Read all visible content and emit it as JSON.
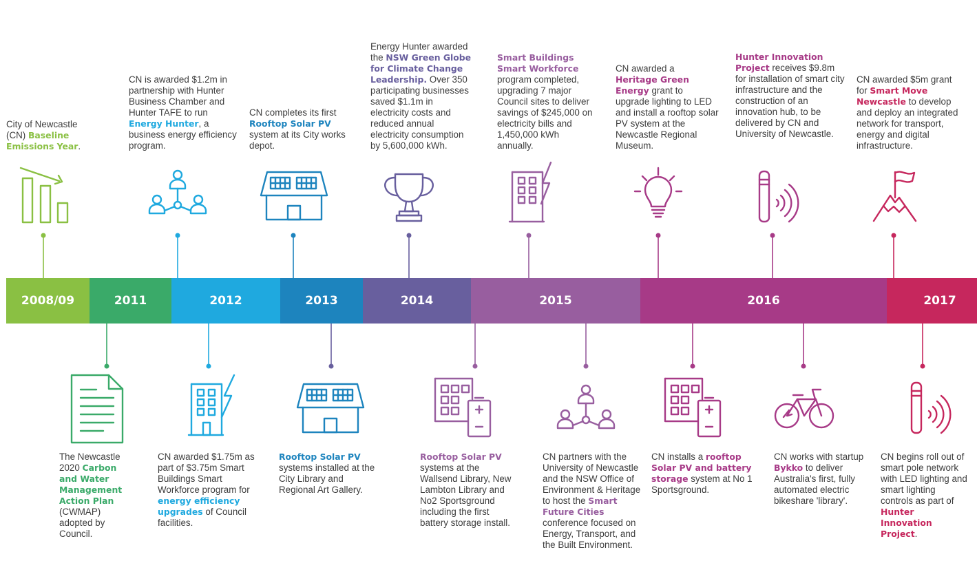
{
  "timeline": {
    "years": [
      {
        "label": "2008/09",
        "color": "#8ac043"
      },
      {
        "label": "2011",
        "color": "#3aaa69"
      },
      {
        "label": "2012",
        "color": "#1fa9df"
      },
      {
        "label": "2013",
        "color": "#1d84be"
      },
      {
        "label": "2014",
        "color": "#685f9e"
      },
      {
        "label": "2015",
        "color": "#985e9f"
      },
      {
        "label": "2016",
        "color": "#a73a87"
      },
      {
        "label": "2017",
        "color": "#c6275d"
      }
    ]
  },
  "icons": {
    "top": [
      "bar-chart-declining-icon",
      "network-people-icon",
      "rooftop-solar-house-icon",
      "trophy-icon",
      "smart-building-lightning-icon",
      "light-bulb-icon",
      "smart-pole-signal-icon",
      "mountain-flag-icon"
    ],
    "bottom": [
      "document-icon",
      "smart-building-lightning-icon",
      "rooftop-solar-house-icon",
      "solar-panel-battery-icon",
      "network-people-icon",
      "solar-panel-battery-icon",
      "electric-bike-icon",
      "smart-pole-signal-icon"
    ]
  },
  "events_top": [
    {
      "color": "#8ac043",
      "parts": [
        {
          "text": "City of Newcastle (CN) "
        },
        {
          "text": "Baseline Emissions Year",
          "bold": true
        },
        {
          "text": "."
        }
      ]
    },
    {
      "color": "#1fa9df",
      "parts": [
        {
          "text": "CN is awarded $1.2m in partnership with Hunter Business Chamber and Hunter TAFE to run "
        },
        {
          "text": "Energy Hunter",
          "bold": true
        },
        {
          "text": ", a business energy efficiency program."
        }
      ]
    },
    {
      "color": "#1d84be",
      "parts": [
        {
          "text": "CN completes its first "
        },
        {
          "text": "Rooftop Solar PV",
          "bold": true
        },
        {
          "text": " system at its City works depot."
        }
      ]
    },
    {
      "color": "#685f9e",
      "parts": [
        {
          "text": "Energy Hunter awarded the "
        },
        {
          "text": "NSW Green Globe for Climate Change Leadership.",
          "bold": true
        },
        {
          "text": " Over 350 participating businesses saved $1.1m in electricity costs and reduced annual electricity consumption by 5,600,000 kWh."
        }
      ]
    },
    {
      "color": "#985e9f",
      "parts": [
        {
          "text": "Smart Buildings Smart Workforce",
          "bold": true
        },
        {
          "text": " program completed, upgrading 7 major Council sites to deliver savings of $245,000 on electricity bills and 1,450,000 kWh annually."
        }
      ]
    },
    {
      "color": "#a73a87",
      "parts": [
        {
          "text": "CN awarded a "
        },
        {
          "text": "Heritage Green Energy",
          "bold": true
        },
        {
          "text": " grant to upgrade lighting to LED and install a rooftop solar PV system at the Newcastle Regional Museum."
        }
      ]
    },
    {
      "color": "#a73a87",
      "parts": [
        {
          "text": "Hunter Innovation Project",
          "bold": true
        },
        {
          "text": " receives $9.8m for installation of smart city infrastructure and the construction of an innovation hub, to be delivered by CN and University of Newcastle."
        }
      ]
    },
    {
      "color": "#c6275d",
      "parts": [
        {
          "text": "CN awarded $5m grant for "
        },
        {
          "text": "Smart Move Newcastle",
          "bold": true
        },
        {
          "text": " to develop and deploy an integrated network for transport, energy and digital infrastructure."
        }
      ]
    }
  ],
  "events_bottom": [
    {
      "color": "#3aaa69",
      "parts": [
        {
          "text": "The Newcastle 2020 "
        },
        {
          "text": "Carbon and Water Management Action Plan",
          "bold": true
        },
        {
          "text": " (CWMAP) adopted by Council."
        }
      ]
    },
    {
      "color": "#1fa9df",
      "parts": [
        {
          "text": "CN awarded $1.75m as part of $3.75m Smart Buildings Smart Workforce program for "
        },
        {
          "text": "energy efficiency upgrades",
          "bold": true
        },
        {
          "text": " of Council facilities."
        }
      ]
    },
    {
      "color": "#1d84be",
      "parts": [
        {
          "text": "Rooftop Solar PV",
          "bold": true
        },
        {
          "text": " systems installed at the City Library and Regional Art Gallery."
        }
      ]
    },
    {
      "color": "#985e9f",
      "parts": [
        {
          "text": "Rooftop Solar PV",
          "bold": true
        },
        {
          "text": " systems at the Wallsend Library, New Lambton Library and No2 Sportsground including the first battery storage install."
        }
      ]
    },
    {
      "color": "#985e9f",
      "parts": [
        {
          "text": "CN partners with the University of Newcastle and the NSW Office of Environment & Heritage to host the "
        },
        {
          "text": "Smart Future Cities",
          "bold": true
        },
        {
          "text": " conference focused on Energy, Transport, and the Built Environment."
        }
      ]
    },
    {
      "color": "#a73a87",
      "parts": [
        {
          "text": "CN installs a "
        },
        {
          "text": "rooftop Solar PV and battery storage",
          "bold": true
        },
        {
          "text": " system at No 1 Sportsground."
        }
      ]
    },
    {
      "color": "#a73a87",
      "parts": [
        {
          "text": "CN works with startup "
        },
        {
          "text": "Bykko",
          "bold": true
        },
        {
          "text": " to deliver Australia's first, fully automated electric bikeshare 'library'."
        }
      ]
    },
    {
      "color": "#c6275d",
      "parts": [
        {
          "text": "CN begins roll out of smart pole network with LED lighting and smart lighting controls as part of "
        },
        {
          "text": "Hunter Innovation Project",
          "bold": true
        },
        {
          "text": "."
        }
      ]
    }
  ]
}
